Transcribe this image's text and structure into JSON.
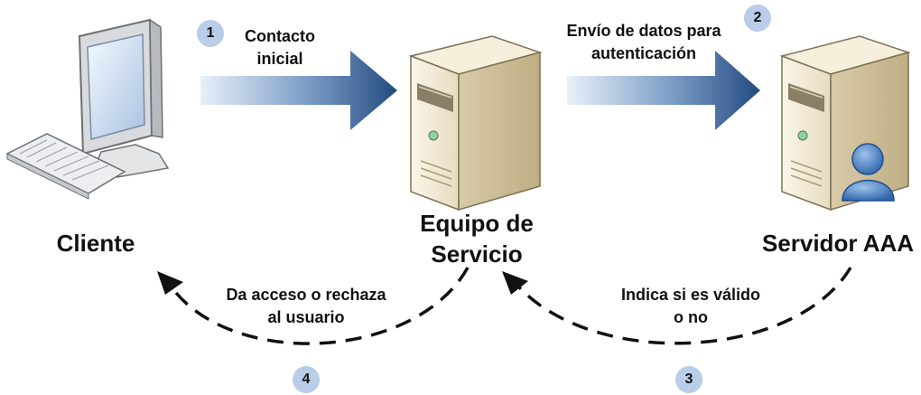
{
  "steps": [
    {
      "number": "1",
      "label_line1": "Contacto",
      "label_line2": "inicial"
    },
    {
      "number": "2",
      "label_line1": "Envío de datos para",
      "label_line2": "autenticación"
    },
    {
      "number": "3",
      "label_line1": "Indica si es válido",
      "label_line2": "o no"
    },
    {
      "number": "4",
      "label_line1": "Da acceso o rechaza",
      "label_line2": "al usuario"
    }
  ],
  "nodes": {
    "client": "Cliente",
    "service_line1": "Equipo de",
    "service_line2": "Servicio",
    "aaa_server": "Servidor AAA"
  },
  "colors": {
    "arrow_dark": "#2b5386",
    "arrow_light": "#e6eef8",
    "badge": "#b9cde8",
    "user_icon": "#4a7fc1"
  }
}
